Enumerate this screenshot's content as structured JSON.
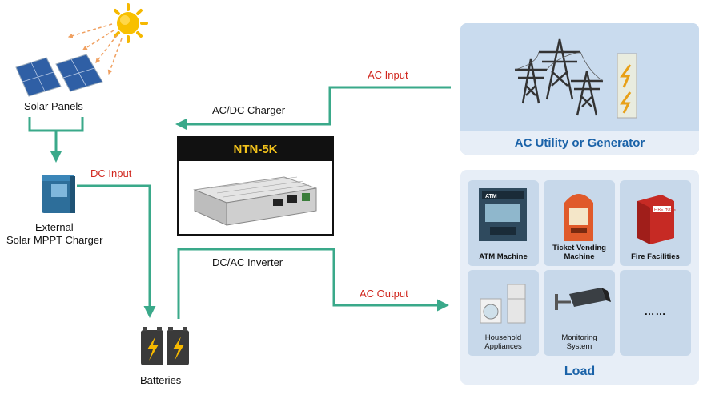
{
  "labels": {
    "solar_panels": "Solar Panels",
    "ac_input": "AC Input",
    "acdc_charger": "AC/DC Charger",
    "dc_input": "DC Input",
    "external": "External",
    "mppt": "Solar MPPT Charger",
    "dcac_inverter": "DC/AC Inverter",
    "ac_output": "AC Output",
    "batteries": "Batteries"
  },
  "product": {
    "name": "NTN-5K"
  },
  "ac_source": {
    "title": "AC Utility or Generator"
  },
  "load": {
    "title": "Load",
    "items": [
      {
        "label": "ATM Machine"
      },
      {
        "label": "Ticket Vending",
        "label2": "Machine"
      },
      {
        "label": "Fire Facilities"
      },
      {
        "label": "Household",
        "label2": "Appliances"
      },
      {
        "label": "Monitoring",
        "label2": "System"
      },
      {
        "label": "……"
      }
    ]
  },
  "icon_labels": {
    "atm": "ATM",
    "fire_hose": "FIRE HOSE"
  },
  "colors": {
    "flow_line": "#3aa98a",
    "accent_blue": "#1a62a8",
    "accent_red": "#d0261d",
    "product_text": "#f2c21b"
  }
}
